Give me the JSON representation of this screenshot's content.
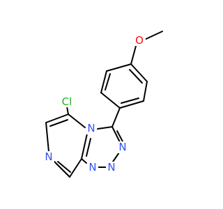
{
  "molecule": {
    "atoms": {
      "oxygen": {
        "label": "O",
        "color": "#ff0d0d"
      },
      "chlorine": {
        "label": "Cl",
        "color": "#1fb41f"
      },
      "bridge_nitrogen": {
        "label": "N",
        "color": "#3050f8"
      },
      "triazole_n_right": {
        "label": "N",
        "color": "#3050f8"
      },
      "triazole_n_bottom": {
        "label": "N",
        "color": "#3050f8"
      },
      "triazole_n_left": {
        "label": "N",
        "color": "#3050f8"
      },
      "pyrazine_nitrogen": {
        "label": "N",
        "color": "#3050f8"
      }
    },
    "bond_color": "#000000"
  }
}
